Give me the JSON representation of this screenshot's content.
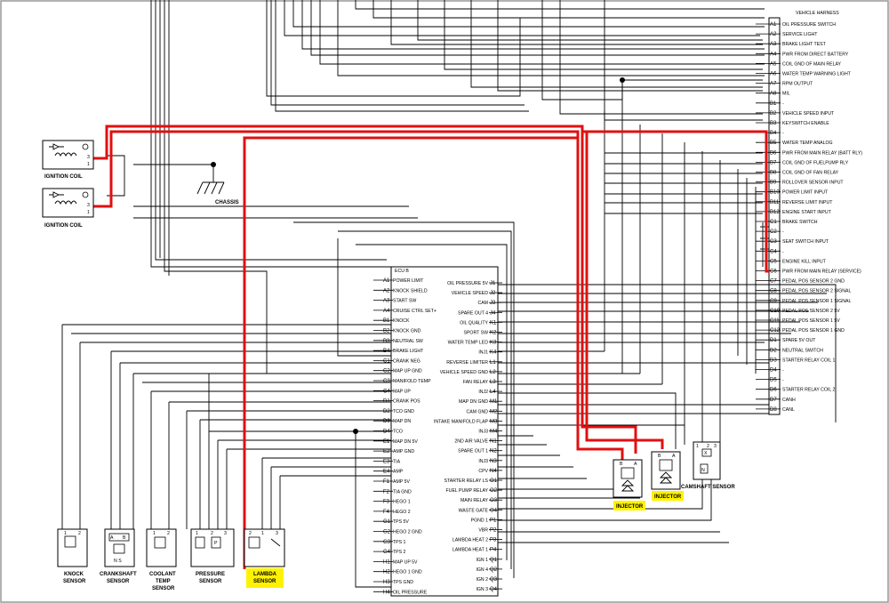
{
  "vehicle_harness": {
    "title": "VEHICLE HARNESS",
    "pins": [
      {
        "pin": "A1",
        "label": "OIL PRESSURE SWITCH"
      },
      {
        "pin": "A2",
        "label": "SERVICE LIGHT"
      },
      {
        "pin": "A3",
        "label": "BRAKE LIGHT TEST"
      },
      {
        "pin": "A4",
        "label": "PWR FROM DIRECT BATTERY"
      },
      {
        "pin": "A5",
        "label": "COIL GND OF MAIN RELAY"
      },
      {
        "pin": "A6",
        "label": "WATER TEMP WARNING LIGHT"
      },
      {
        "pin": "A7",
        "label": "RPM OUTPUT"
      },
      {
        "pin": "A8",
        "label": "MIL"
      },
      {
        "pin": "B1",
        "label": "-"
      },
      {
        "pin": "B2",
        "label": "VEHICLE SPEED INPUT"
      },
      {
        "pin": "B3",
        "label": "KEYSWITCH ENABLE"
      },
      {
        "pin": "B4",
        "label": "-"
      },
      {
        "pin": "B5",
        "label": "WATER TEMP ANALOG"
      },
      {
        "pin": "B6",
        "label": "PWR FROM MAIN RELAY (BATT RLY)"
      },
      {
        "pin": "B7",
        "label": "COIL GND OF FUELPUMP RLY"
      },
      {
        "pin": "B8",
        "label": "COIL GND OF FAN RELAY"
      },
      {
        "pin": "B9",
        "label": "ROLLOVER SENSOR INPUT"
      },
      {
        "pin": "B10",
        "label": "POWER LIMIT INPUT"
      },
      {
        "pin": "B11",
        "label": "REVERSE LIMIT INPUT"
      },
      {
        "pin": "B12",
        "label": "ENGINE START INPUT"
      },
      {
        "pin": "C1",
        "label": "BRAKE SWITCH"
      },
      {
        "pin": "C2",
        "label": "-"
      },
      {
        "pin": "C3",
        "label": "SEAT SWITCH INPUT"
      },
      {
        "pin": "C4",
        "label": "-"
      },
      {
        "pin": "C5",
        "label": "ENGINE KILL INPUT"
      },
      {
        "pin": "C6",
        "label": "PWR FROM MAIN RELAY (SERVICE)"
      },
      {
        "pin": "C7",
        "label": "PEDAL POS SENSOR 2 GND"
      },
      {
        "pin": "C8",
        "label": "PEDAL POS SENSOR 2 SIGNAL"
      },
      {
        "pin": "C9",
        "label": "PEDAL POS SENSOR 1 SIGNAL"
      },
      {
        "pin": "C10",
        "label": "PEDAL POS SENSOR 2 5V"
      },
      {
        "pin": "C11",
        "label": "PEDAL POS SENSOR 1 5V"
      },
      {
        "pin": "C12",
        "label": "PEDAL POS SENSOR 1 GND"
      },
      {
        "pin": "D1",
        "label": "SPARE 5V OUT"
      },
      {
        "pin": "D2",
        "label": "NEUTRAL SWITCH"
      },
      {
        "pin": "D3",
        "label": "STARTER RELAY COIL 1"
      },
      {
        "pin": "D4",
        "label": "-"
      },
      {
        "pin": "D5",
        "label": "-"
      },
      {
        "pin": "D6",
        "label": "STARTER RELAY COIL 2"
      },
      {
        "pin": "D7",
        "label": "CANH"
      },
      {
        "pin": "D8",
        "label": "CANL"
      }
    ]
  },
  "ecu": {
    "title": "ECU B",
    "left_pins": [
      {
        "pin": "A1",
        "label": "POWER LIMIT"
      },
      {
        "pin": "A2",
        "label": "KNOCK SHIELD"
      },
      {
        "pin": "A3",
        "label": "START SW"
      },
      {
        "pin": "A4",
        "label": "CRUISE CTRL SET+"
      },
      {
        "pin": "B1",
        "label": "KNOCK"
      },
      {
        "pin": "B2",
        "label": "KNOCK GND"
      },
      {
        "pin": "B3",
        "label": "NEUTRAL SW"
      },
      {
        "pin": "B4",
        "label": "BRAKE LIGHT"
      },
      {
        "pin": "C1",
        "label": "CRANK NEG"
      },
      {
        "pin": "C2",
        "label": "MAP UP GND"
      },
      {
        "pin": "C3",
        "label": "MANIFOLD TEMP"
      },
      {
        "pin": "C4",
        "label": "MAP UP"
      },
      {
        "pin": "D1",
        "label": "CRANK POS"
      },
      {
        "pin": "D2",
        "label": "TCO GND"
      },
      {
        "pin": "D3",
        "label": "MAP DN"
      },
      {
        "pin": "D4",
        "label": "TCO"
      },
      {
        "pin": "E1",
        "label": "MAP DN 5V"
      },
      {
        "pin": "E2",
        "label": "AMP GND"
      },
      {
        "pin": "E3",
        "label": "TIA"
      },
      {
        "pin": "E4",
        "label": "AMP"
      },
      {
        "pin": "F1",
        "label": "AMP 5V"
      },
      {
        "pin": "F2",
        "label": "TIA GND"
      },
      {
        "pin": "F3",
        "label": "HEGO 1"
      },
      {
        "pin": "F4",
        "label": "HEGO 2"
      },
      {
        "pin": "G1",
        "label": "TPS 5V"
      },
      {
        "pin": "G2",
        "label": "HEGO 2 GND"
      },
      {
        "pin": "G3",
        "label": "TPS 1"
      },
      {
        "pin": "G4",
        "label": "TPS 2"
      },
      {
        "pin": "H1",
        "label": "MAP UP 5V"
      },
      {
        "pin": "H2",
        "label": "HEGO 1 GND"
      },
      {
        "pin": "H3",
        "label": "TPS GND"
      },
      {
        "pin": "H4",
        "label": "OIL PRESSURE"
      }
    ],
    "right_pins": [
      {
        "pin": "J1",
        "label": "OIL PRESSURE 5V"
      },
      {
        "pin": "J2",
        "label": "VEHICLE SPEED"
      },
      {
        "pin": "J3",
        "label": "CAM"
      },
      {
        "pin": "J4",
        "label": "SPARE OUT 4"
      },
      {
        "pin": "K1",
        "label": "OIL QUALITY"
      },
      {
        "pin": "K2",
        "label": "SPORT SW"
      },
      {
        "pin": "K3",
        "label": "WATER TEMP LED"
      },
      {
        "pin": "K4",
        "label": "INJ1"
      },
      {
        "pin": "L1",
        "label": "REVERSE LIMITER"
      },
      {
        "pin": "L2",
        "label": "VEHICLE SPEED GND"
      },
      {
        "pin": "L3",
        "label": "FAN RELAY"
      },
      {
        "pin": "L4",
        "label": "INJ2"
      },
      {
        "pin": "M1",
        "label": "MAP DN GND"
      },
      {
        "pin": "M2",
        "label": "CAM GND"
      },
      {
        "pin": "M3",
        "label": "INTAKE MANIFOLD FLAP"
      },
      {
        "pin": "M4",
        "label": "INJ3"
      },
      {
        "pin": "N1",
        "label": "2ND AIR VALVE"
      },
      {
        "pin": "N2",
        "label": "SPARE OUT 1"
      },
      {
        "pin": "N3",
        "label": "INJ3"
      },
      {
        "pin": "N4",
        "label": "CPV"
      },
      {
        "pin": "O1",
        "label": "STARTER RELAY LS"
      },
      {
        "pin": "O2",
        "label": "FUEL PUMP RELAY"
      },
      {
        "pin": "O3",
        "label": "MAIN RELAY"
      },
      {
        "pin": "O4",
        "label": "WASTE GATE"
      },
      {
        "pin": "P1",
        "label": "PGND 1"
      },
      {
        "pin": "P2",
        "label": "VBR"
      },
      {
        "pin": "P3",
        "label": "LAMBDA HEAT 2"
      },
      {
        "pin": "P4",
        "label": "LAMBDA HEAT 1"
      },
      {
        "pin": "Q1",
        "label": "IGN 1"
      },
      {
        "pin": "Q2",
        "label": "IGN 4"
      },
      {
        "pin": "Q3",
        "label": "IGN 2"
      },
      {
        "pin": "Q4",
        "label": "IGN 3"
      }
    ]
  },
  "components": {
    "ignition_coil_1": "IGNITION COIL",
    "ignition_coil_2": "IGNITION COIL",
    "chassis": "CHASSIS",
    "injector_1": "INJECTOR",
    "injector_2": "INJECTOR",
    "camshaft_sensor": "CAMSHAFT SENSOR",
    "knock_sensor": "KNOCK SENSOR",
    "crankshaft_sensor": "CRANKSHAFT SENSOR",
    "coolant_temp_sensor": "COOLANT TEMP SENSOR",
    "pressure_sensor": "PRESSURE SENSOR",
    "lambda_sensor": "LAMBDA SENSOR"
  },
  "colors": {
    "highlight_wire": "#e01010",
    "label_highlight": "#fff200",
    "wire": "#000000"
  }
}
